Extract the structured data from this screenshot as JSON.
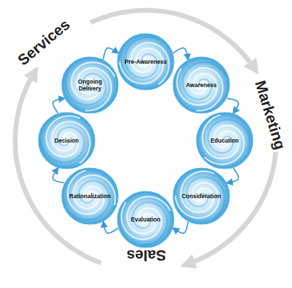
{
  "diagram": {
    "nodes": [
      {
        "text": [
          "Pre-Awareness"
        ]
      },
      {
        "text": [
          "Awareness"
        ]
      },
      {
        "text": [
          "Education"
        ]
      },
      {
        "text": [
          "Consideration"
        ]
      },
      {
        "text": [
          "Evaluation"
        ]
      },
      {
        "text": [
          "Rationalization"
        ]
      },
      {
        "text": [
          "Decision"
        ]
      },
      {
        "text": [
          "Ongoing Delivery"
        ]
      }
    ],
    "edges": [
      {
        "from": 0,
        "to": 1,
        "arrow": "to"
      },
      {
        "from": 1,
        "to": 2,
        "arrow": "to"
      },
      {
        "from": 2,
        "to": 3,
        "arrow": "to"
      },
      {
        "from": 3,
        "to": 4,
        "arrow": "to"
      },
      {
        "from": 4,
        "to": 5,
        "arrow": "to"
      },
      {
        "from": 5,
        "to": 6,
        "arrow": "to"
      },
      {
        "from": 6,
        "to": 7,
        "arrow": "to"
      },
      {
        "from": 7,
        "to": 0,
        "arrow": "to"
      }
    ],
    "labels": [
      "Services",
      "Marketing",
      "Sales"
    ]
  }
}
